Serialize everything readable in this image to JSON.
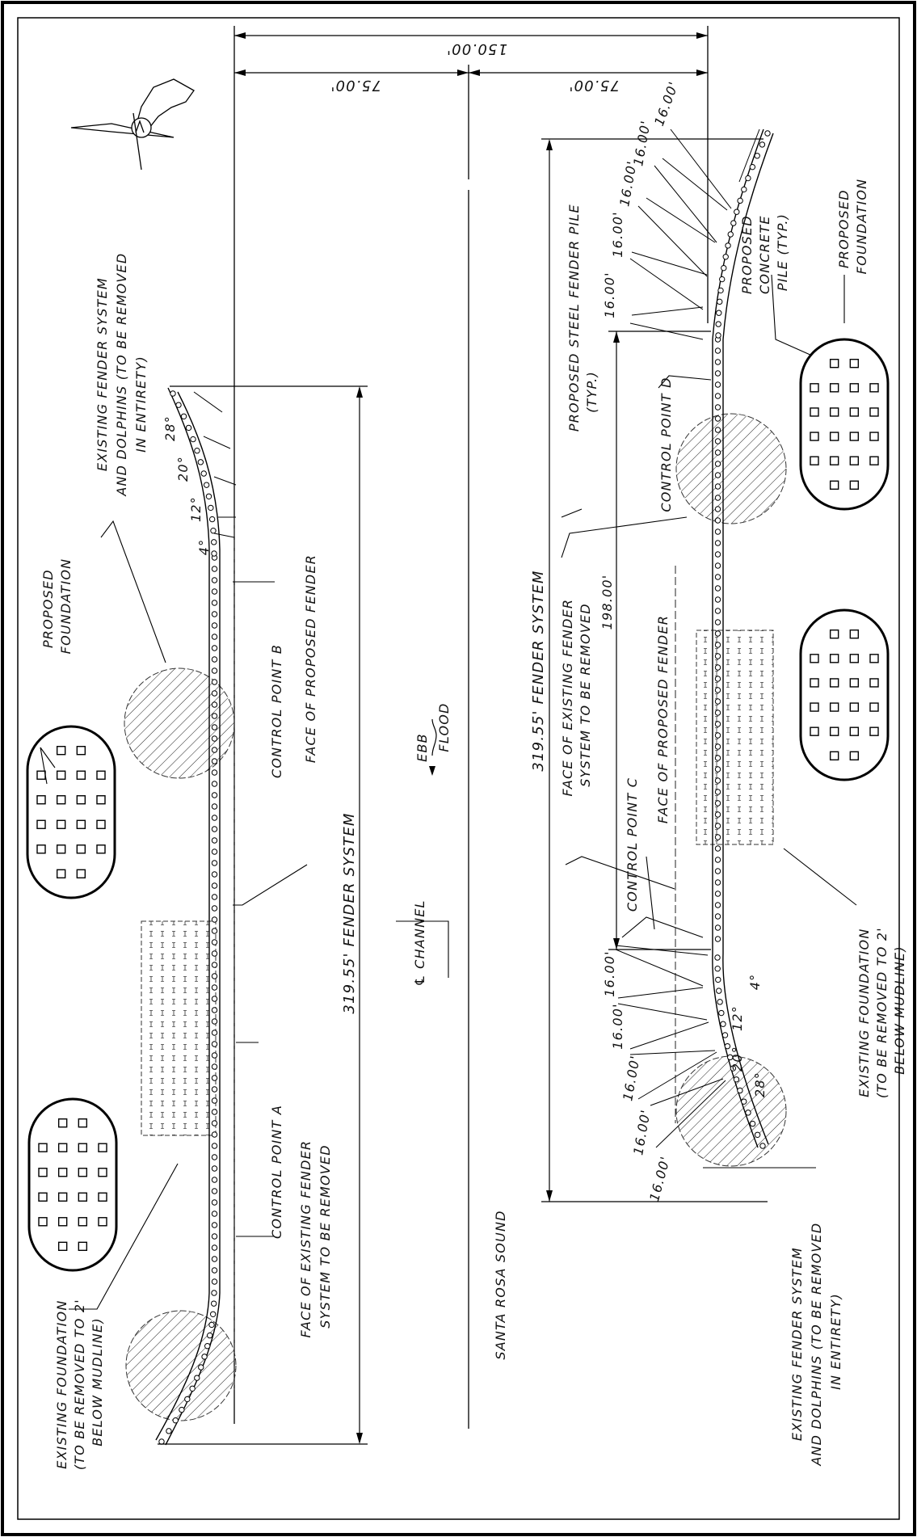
{
  "dims": {
    "total": "150.00'",
    "half_left": "75.00'",
    "half_right": "75.00'",
    "fender_left": "319.55' FENDER SYSTEM",
    "fender_right": "319.55' FENDER SYSTEM",
    "between_controls": "198.00'",
    "spacing": "16.00'"
  },
  "angles": {
    "a4": "4°",
    "a12": "12°",
    "a20": "20°",
    "a28": "28°"
  },
  "labels": {
    "proposed_foundation": "PROPOSED FOUNDATION",
    "existing_fender_dolphins": "EXISTING FENDER SYSTEM AND DOLPHINS (TO BE REMOVED IN ENTIRETY)",
    "existing_foundation": "EXISTING FOUNDATION (TO BE REMOVED TO 2' BELOW MUDLINE)",
    "control_a": "CONTROL POINT A",
    "control_b": "CONTROL POINT B",
    "control_c": "CONTROL POINT C",
    "control_d": "CONTROL POINT D",
    "face_existing": "FACE OF EXISTING FENDER SYSTEM TO BE REMOVED",
    "face_proposed": "FACE OF PROPOSED FENDER",
    "channel": "℄ CHANNEL",
    "santa_rosa": "SANTA ROSA SOUND",
    "ebb": "EBB",
    "flood": "FLOOD",
    "steel_pile": "PROPOSED STEEL FENDER PILE (TYP.)",
    "concrete_pile": "PROPOSED CONCRETE PILE (TYP.)"
  },
  "icons": {
    "north_arrow": "north-arrow-icon"
  }
}
